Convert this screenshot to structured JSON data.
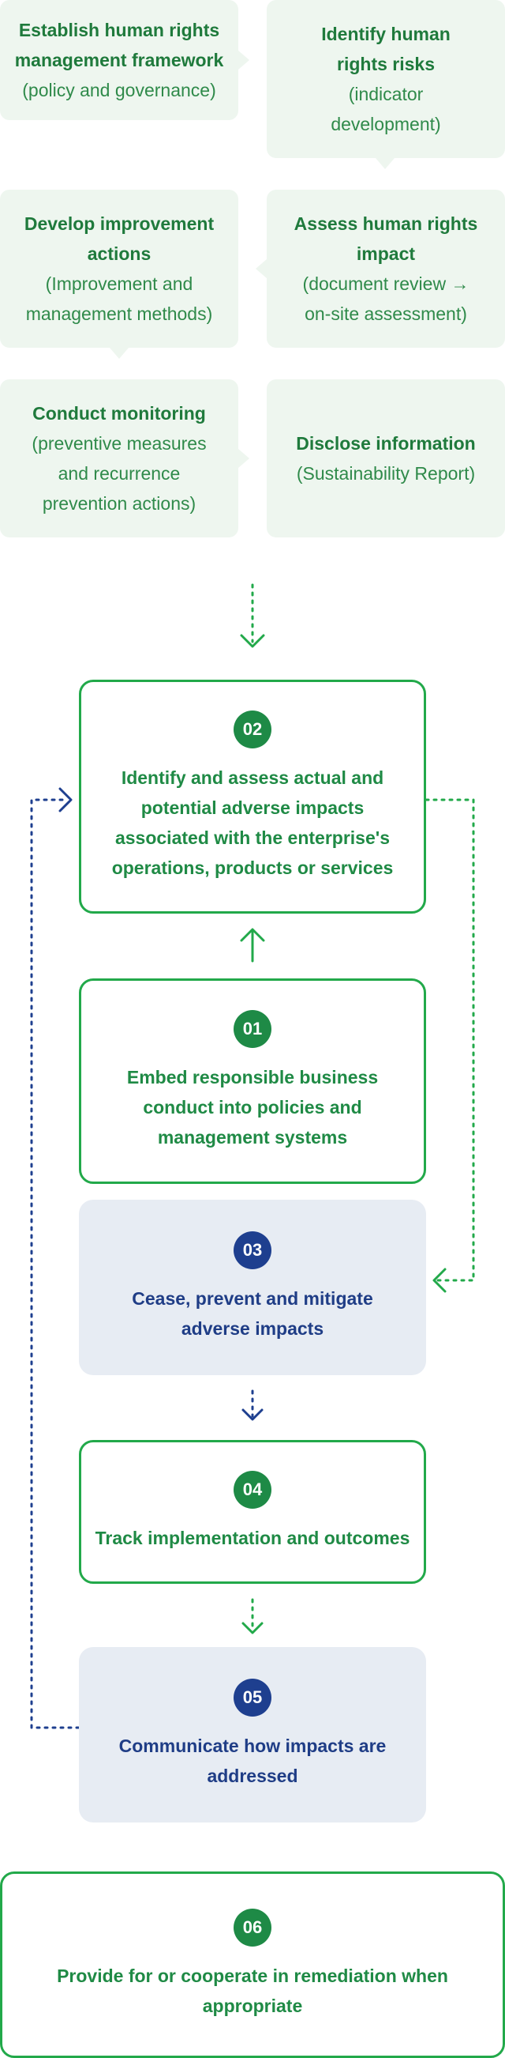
{
  "process": [
    {
      "title": "Establish human rights management framework",
      "subtitle": "(policy and governance)"
    },
    {
      "title": "Identify human rights risks",
      "subtitle": "(indicator development)"
    },
    {
      "title": "Develop improvement actions",
      "subtitle": "(Improvement and management methods)"
    },
    {
      "title": "Assess human rights impact",
      "subtitle": "(document review → on-site assessment)"
    },
    {
      "title": "Conduct monitoring",
      "subtitle": "(preventive measures and recurrence prevention actions)"
    },
    {
      "title": "Disclose information",
      "subtitle": "(Sustainability Report)"
    }
  ],
  "steps": [
    {
      "num": "02",
      "text": "Identify and assess actual and potential adverse impacts associated with the enterprise's operations, products or services"
    },
    {
      "num": "01",
      "text": "Embed responsible business conduct into policies and management systems"
    },
    {
      "num": "03",
      "text": "Cease, prevent and mitigate adverse impacts"
    },
    {
      "num": "04",
      "text": "Track implementation and outcomes"
    },
    {
      "num": "05",
      "text": "Communicate how impacts are addressed"
    },
    {
      "num": "06",
      "text": "Provide for or cooperate in remediation when appropriate"
    }
  ],
  "colors": {
    "green": "#22a94a",
    "dark_green": "#1e8a46",
    "navy": "#1e3f8f",
    "light_green_bg": "#eef6ef",
    "light_gray_bg": "#e7ecf3"
  }
}
